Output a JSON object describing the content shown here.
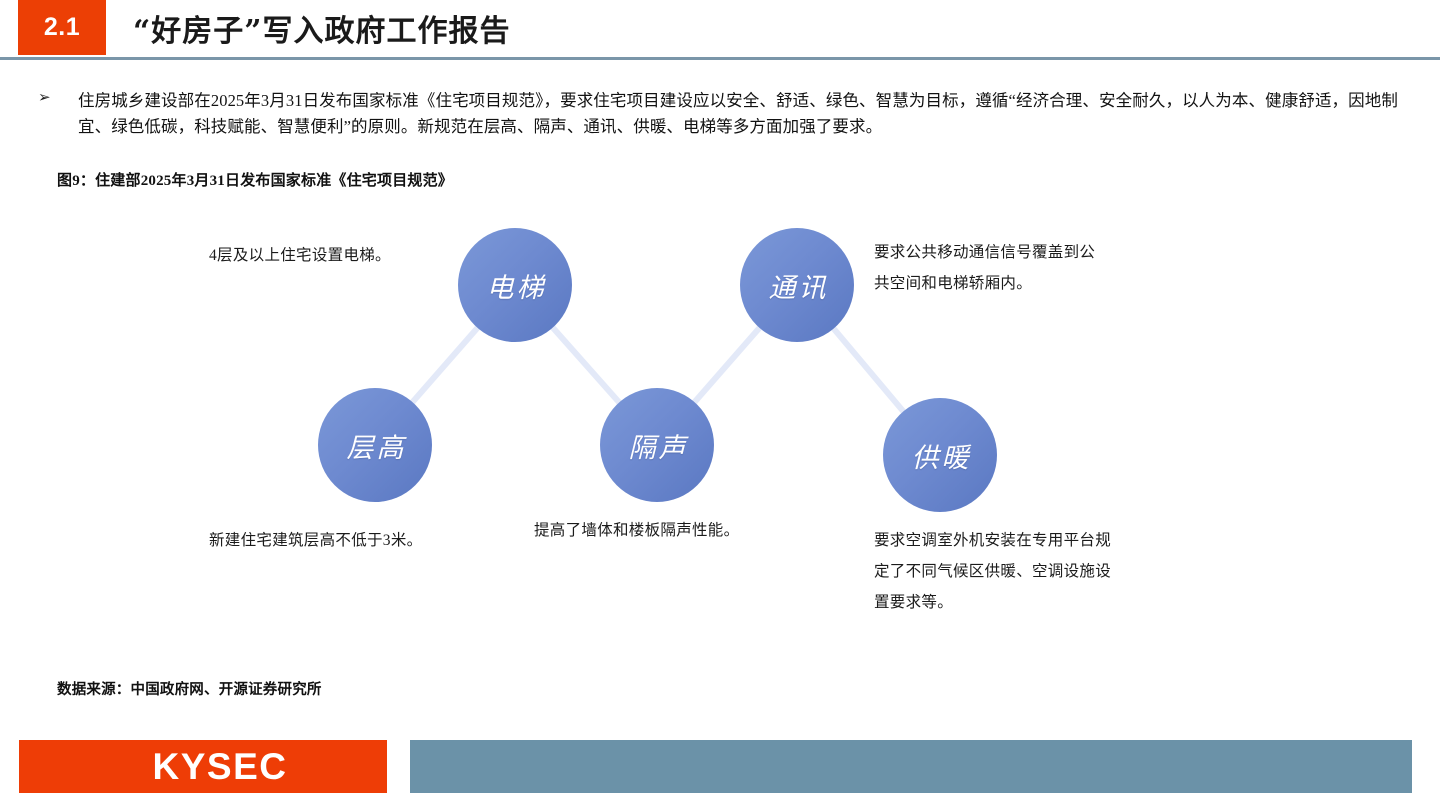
{
  "header": {
    "section_number": "2.1",
    "title": "“好房子”写入政府工作报告",
    "divider_color": "#7a96a9",
    "badge_color": "#ec3f05"
  },
  "bullet": {
    "marker": "➢",
    "text": "住房城乡建设部在2025年3月31日发布国家标准《住宅项目规范》，要求住宅项目建设应以安全、舒适、绿色、智慧为目标，遵循“经济合理、安全耐久，以人为本、健康舒适，因地制宜、绿色低碳，科技赋能、智慧便利”的原则。新规范在层高、隔声、通讯、供暖、电梯等多方面加强了要求。"
  },
  "figure": {
    "caption": "图9：住建部2025年3月31日发布国家标准《住宅项目规范》",
    "node_color_start": "#7b98d8",
    "node_color_end": "#5a78c2",
    "connector_color": "#e3e9f8",
    "nodes": [
      {
        "id": "elevator",
        "label": "电梯",
        "annotation": "4层及以上住宅设置电梯。"
      },
      {
        "id": "telecom",
        "label": "通讯",
        "annotation": "要求公共移动通信信号覆盖到公共空间和电梯轿厢内。"
      },
      {
        "id": "floor-height",
        "label": "层高",
        "annotation": "新建住宅建筑层高不低于3米。"
      },
      {
        "id": "sound-insulation",
        "label": "隔声",
        "annotation": "提高了墙体和楼板隔声性能。"
      },
      {
        "id": "heating",
        "label": "供暖",
        "annotation": "要求空调室外机安装在专用平台规定了不同气候区供暖、空调设施设置要求等。"
      }
    ]
  },
  "source": {
    "text": "数据来源：中国政府网、开源证券研究所"
  },
  "footer": {
    "brand": "KYSEC",
    "brand_color": "#ee3d06",
    "bar_color": "#6b92a8"
  }
}
